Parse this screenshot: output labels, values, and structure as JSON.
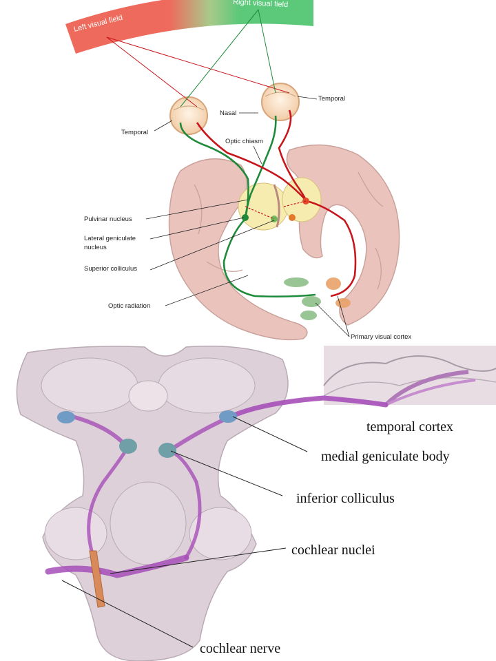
{
  "visual": {
    "fields": {
      "left": "Left visual field",
      "right": "Right visual field"
    },
    "labels": {
      "nasal": "Nasal",
      "temporal_right": "Temporal",
      "temporal_left": "Temporal",
      "optic_chiasm": "Optic chiasm",
      "pulvinar": "Pulvinar nucleus",
      "lgn_line1": "Lateral geniculate",
      "lgn_line2": "nucleus",
      "superior_colliculus": "Superior colliculus",
      "optic_radiation": "Optic radiation",
      "primary_visual_cortex": "Primary visual cortex"
    },
    "colors": {
      "left_field": "#ee6a5c",
      "right_field": "#5cc97a",
      "pathway_red": "#c8161d",
      "pathway_green": "#1e8a3a",
      "brain_tissue": "#eac3bd"
    }
  },
  "auditory": {
    "labels": {
      "temporal_cortex": "temporal cortex",
      "medial_geniculate": "medial geniculate body",
      "inferior_colliculus": "inferior colliculus",
      "cochlear_nuclei": "cochlear nuclei",
      "cochlear_nerve": "cochlear nerve"
    },
    "colors": {
      "tract": "#a64fb8",
      "nucleus": "#6f9bc4",
      "brainstem": "#ddd0d8"
    }
  }
}
